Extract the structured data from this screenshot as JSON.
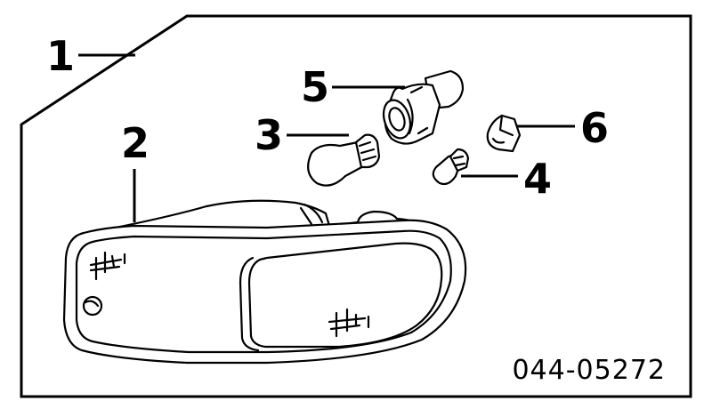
{
  "callouts": {
    "c1": "1",
    "c2": "2",
    "c3": "3",
    "c4": "4",
    "c5": "5",
    "c6": "6"
  },
  "part_number": "044-05272"
}
